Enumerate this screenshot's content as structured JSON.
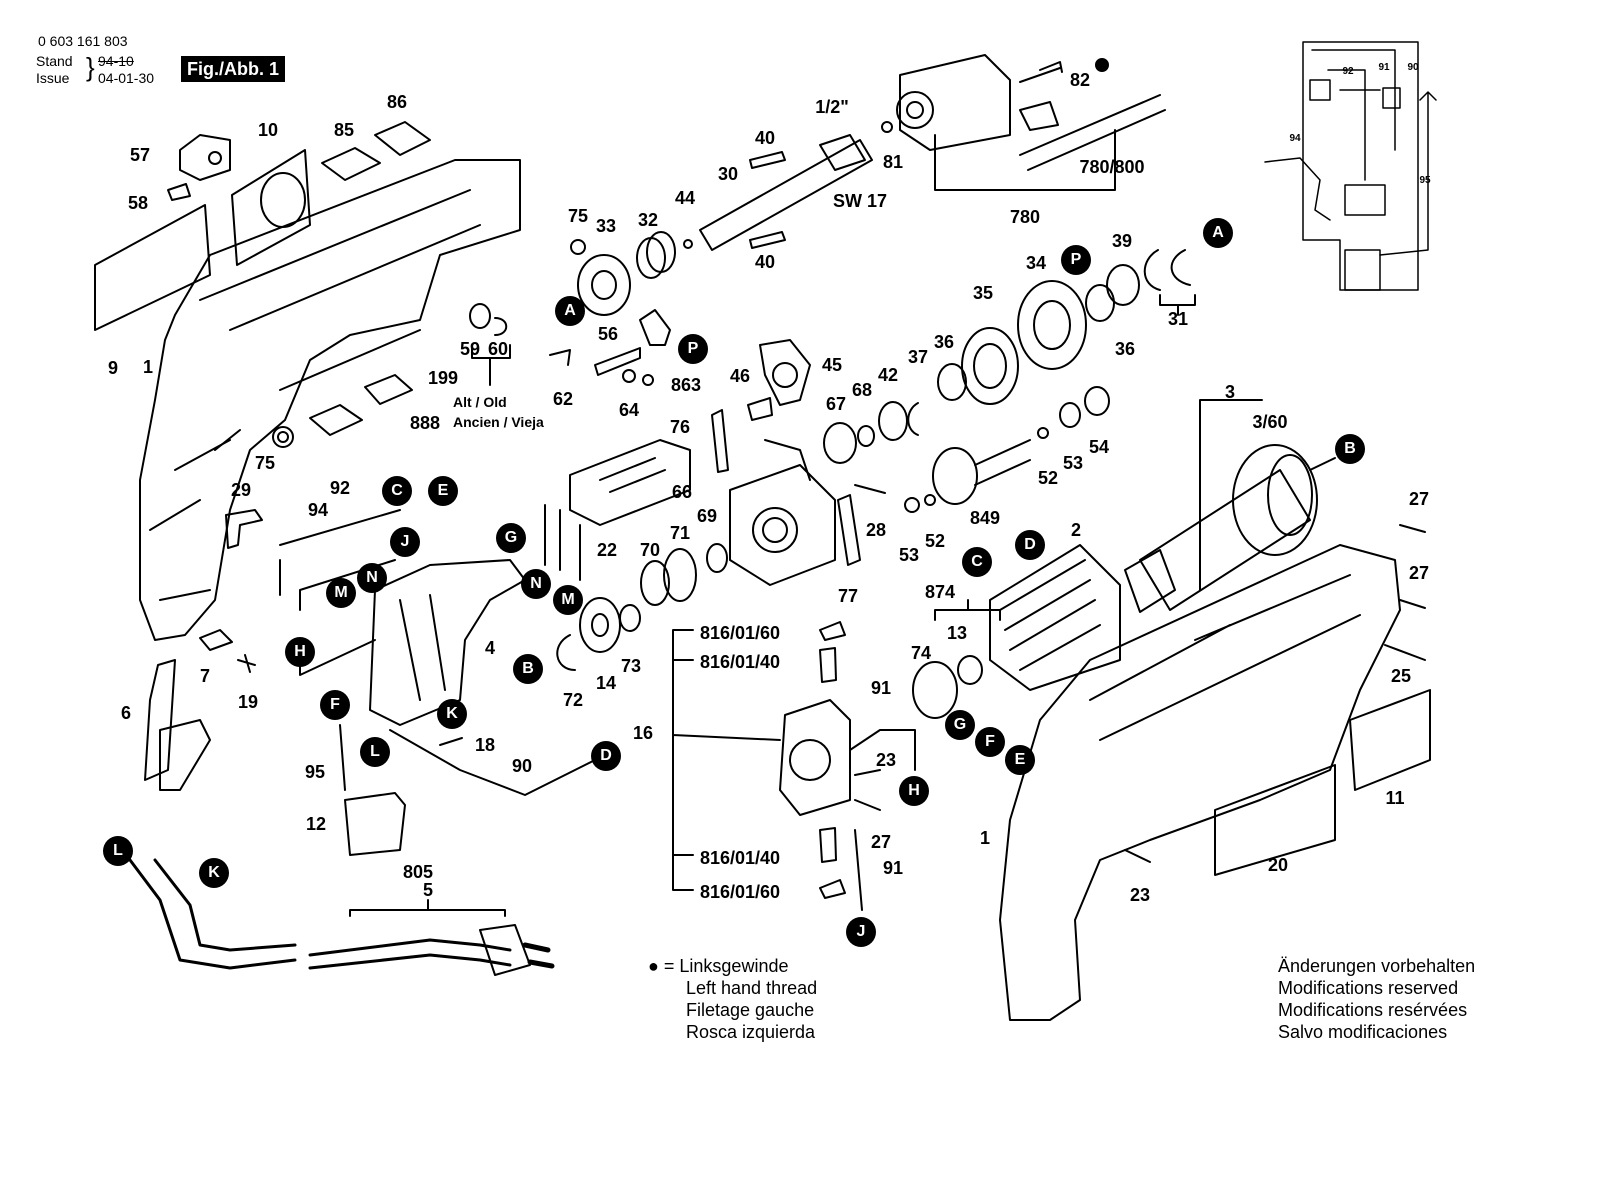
{
  "header": {
    "part_number": "0 603 161 803",
    "stand_label": "Stand",
    "stand_value": "94-10",
    "issue_label": "Issue",
    "issue_value": "04-01-30",
    "figure_label": "Fig./Abb. 1"
  },
  "part_labels": [
    "1",
    "9",
    "10",
    "57",
    "58",
    "85",
    "86",
    "199",
    "888",
    "59",
    "60",
    "75",
    "29",
    "6",
    "7",
    "19",
    "92",
    "94",
    "4",
    "95",
    "12",
    "90",
    "18",
    "805",
    "5",
    "33",
    "32",
    "44",
    "30",
    "40",
    "1/2\"",
    "SW 17",
    "81",
    "82",
    "780/800",
    "780",
    "56",
    "62",
    "64",
    "863",
    "45",
    "46",
    "76",
    "66",
    "22",
    "67",
    "68",
    "42",
    "37",
    "36",
    "35",
    "34",
    "39",
    "31",
    "70",
    "71",
    "69",
    "14",
    "73",
    "72",
    "28",
    "53",
    "52",
    "849",
    "54",
    "3",
    "3/60",
    "2",
    "874",
    "13",
    "74",
    "77",
    "816/01/60",
    "816/01/40",
    "16",
    "91",
    "23",
    "27",
    "25",
    "11",
    "20"
  ],
  "legacy": {
    "old_label": "Alt / Old",
    "old_label_2": "Ancien / Vieja"
  },
  "connectors": [
    "A",
    "B",
    "C",
    "D",
    "E",
    "F",
    "G",
    "H",
    "J",
    "K",
    "L",
    "M",
    "N",
    "P"
  ],
  "wiring_inset": {
    "labels": [
      "92",
      "91",
      "90",
      "94",
      "95"
    ]
  },
  "left_thread_note": {
    "symbol": "●",
    "lines": [
      "= Linksgewinde",
      "Left hand thread",
      "Filetage gauche",
      "Rosca izquierda"
    ]
  },
  "modifications_note": {
    "lines": [
      "Änderungen vorbehalten",
      "Modifications reserved",
      "Modifications resérvées",
      "Salvo modificaciones"
    ]
  }
}
